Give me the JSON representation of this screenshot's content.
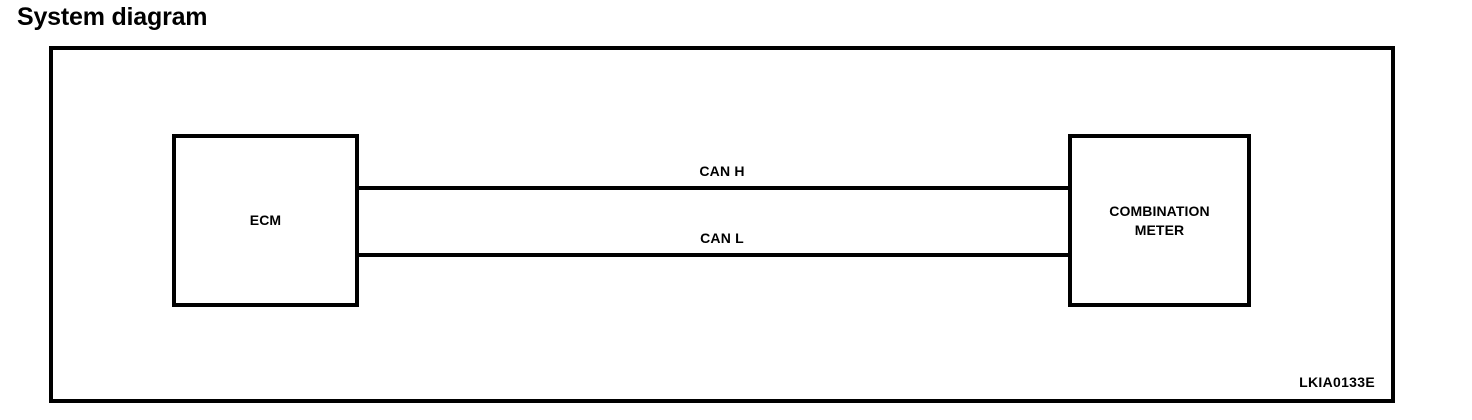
{
  "page": {
    "title": "System diagram",
    "figure_code": "LKIA0133E",
    "background_color": "#ffffff",
    "line_color": "#000000"
  },
  "diagram": {
    "type": "block-diagram",
    "nodes": [
      {
        "id": "ecm",
        "label": "ECM"
      },
      {
        "id": "combination-meter",
        "label": "COMBINATION\nMETER"
      }
    ],
    "connections": [
      {
        "id": "can-h",
        "label": "CAN H",
        "from": "ecm",
        "to": "combination-meter"
      },
      {
        "id": "can-l",
        "label": "CAN L",
        "from": "ecm",
        "to": "combination-meter"
      }
    ]
  }
}
